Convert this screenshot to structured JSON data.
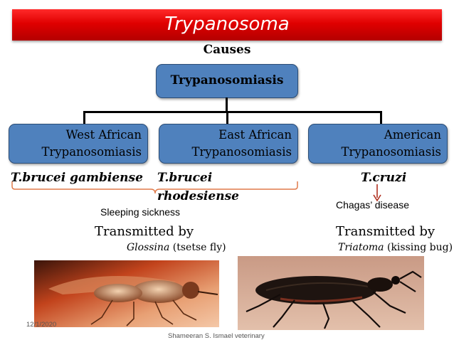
{
  "title": "Trypanosoma",
  "causes_label": "Causes",
  "root": "Trypanosomiasis",
  "boxes": [
    {
      "line1": "West African",
      "line2": "Trypanosomiasis"
    },
    {
      "line1": "East African",
      "line2": "Trypanosomiasis"
    },
    {
      "line1": "American",
      "line2": "Trypanosomiasis"
    }
  ],
  "species": {
    "west": "T.brucei gambiense",
    "east_line1": "T.brucei",
    "east_line2": "rhodesiense",
    "american": "T.cruzi"
  },
  "diseases": {
    "african": "Sleeping sickness",
    "american": "Chagas’ disease"
  },
  "transmission": {
    "left_label": "Transmitted by",
    "left_vector_genus": "Glossina",
    "left_vector_common": "(tsetse fly)",
    "right_label": "Transmitted by",
    "right_vector_genus": "Triatoma",
    "right_vector_common": "(kissing bug)"
  },
  "footer": {
    "date": "12/1/2020",
    "author": "Shameeran S. Ismael veterinary"
  },
  "colors": {
    "banner": "#e00000",
    "box_fill": "#4f81bd",
    "bracket": "#e07a4a",
    "arrow": "#b03020"
  },
  "images": [
    "tsetse-fly-photo",
    "kissing-bug-photo"
  ]
}
